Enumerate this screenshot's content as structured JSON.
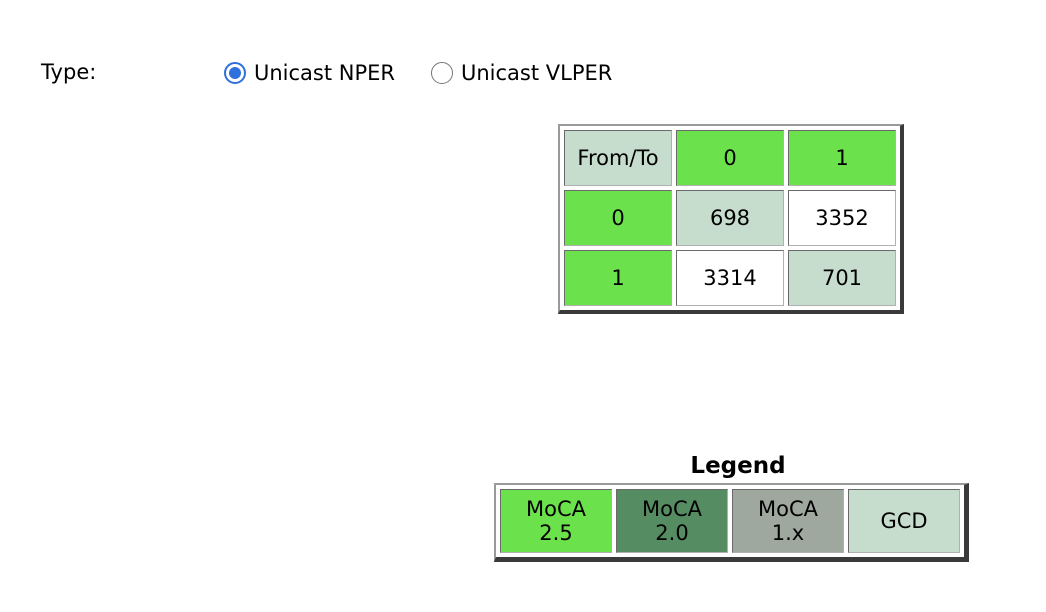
{
  "type_selector": {
    "label": "Type:",
    "options": [
      {
        "label": "Unicast NPER",
        "checked": true
      },
      {
        "label": "Unicast VLPER",
        "checked": false
      }
    ]
  },
  "matrix": {
    "corner": "From/To",
    "columns": [
      "0",
      "1"
    ],
    "rows": [
      {
        "label": "0",
        "values": [
          "698",
          "3352"
        ]
      },
      {
        "label": "1",
        "values": [
          "3314",
          "701"
        ]
      }
    ]
  },
  "legend": {
    "title": "Legend",
    "items": [
      {
        "line1": "MoCA",
        "line2": "2.5",
        "color": "#6be14b"
      },
      {
        "line1": "MoCA",
        "line2": "2.0",
        "color": "#568c62"
      },
      {
        "line1": "MoCA",
        "line2": "1.x",
        "color": "#9ea89f"
      },
      {
        "line1": "GCD",
        "line2": "",
        "color": "#c6dccd"
      }
    ]
  },
  "colors": {
    "moca_2_5": "#6be14b",
    "moca_2_0": "#568c62",
    "moca_1_x": "#9ea89f",
    "gcd": "#c6dccd",
    "radio_accent": "#2f6fde"
  }
}
